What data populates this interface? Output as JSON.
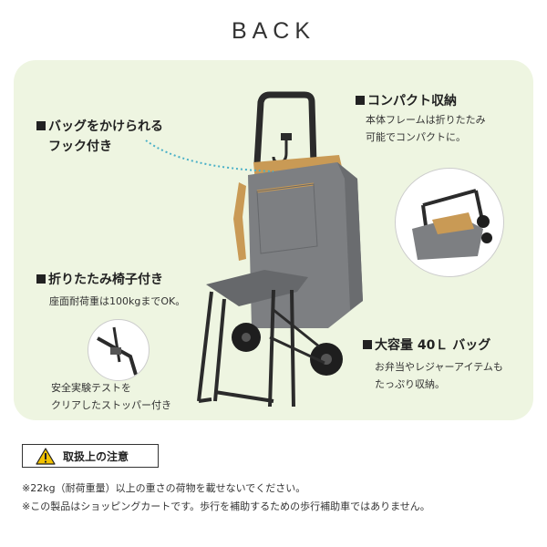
{
  "header": {
    "title": "BACK"
  },
  "features": {
    "hook": {
      "title_line1": "バッグをかけられる",
      "title_line2": "フック付き"
    },
    "compact": {
      "title": "コンパクト収納",
      "text_line1": "本体フレームは折りたたみ",
      "text_line2": "可能でコンパクトに。"
    },
    "chair": {
      "title": "折りたたみ椅子付き",
      "text": "座面耐荷重は100kgまでOK。"
    },
    "safety": {
      "text_line1": "安全実験テストを",
      "text_line2": "クリアしたストッパー付き"
    },
    "capacity": {
      "title": "大容量 40Ｌ バッグ",
      "text_line1": "お弁当やレジャーアイテムも",
      "text_line2": "たっぷり収納。"
    }
  },
  "caution": {
    "label": "取扱上の注意",
    "note1": "※22kg（耐荷重量）以上の重さの荷物を載せないでください。",
    "note2": "※この製品はショッピングカートです。歩行を補助するための歩行補助車ではありません。"
  },
  "colors": {
    "panel": "#eef5e1",
    "bag": "#7d7f82",
    "accent": "#c99a55",
    "frame": "#2b2b2b",
    "warn": "#f2c200"
  },
  "icons": {
    "caution": "warning-triangle-icon"
  }
}
